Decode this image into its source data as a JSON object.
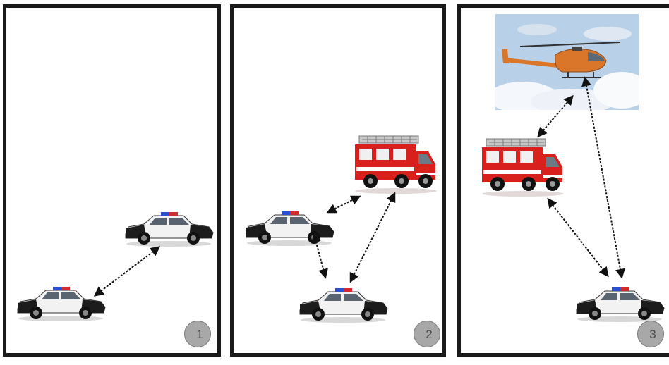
{
  "panels": [
    {
      "step": "1"
    },
    {
      "step": "2"
    },
    {
      "step": "3"
    }
  ],
  "colors": {
    "frame": "#1a1a1a",
    "badge_fill": "#a8a8a8",
    "police_dark": "#1c1c1c",
    "police_light": "#f2f2f2",
    "firetruck_red": "#d8201c",
    "helicopter_orange": "#d9762a",
    "sky": "#b8d0e8"
  },
  "icons": {
    "police_car": "police-car-icon",
    "fire_truck": "fire-truck-icon",
    "helicopter": "helicopter-icon",
    "link": "dashed-bidirectional-arrow"
  }
}
